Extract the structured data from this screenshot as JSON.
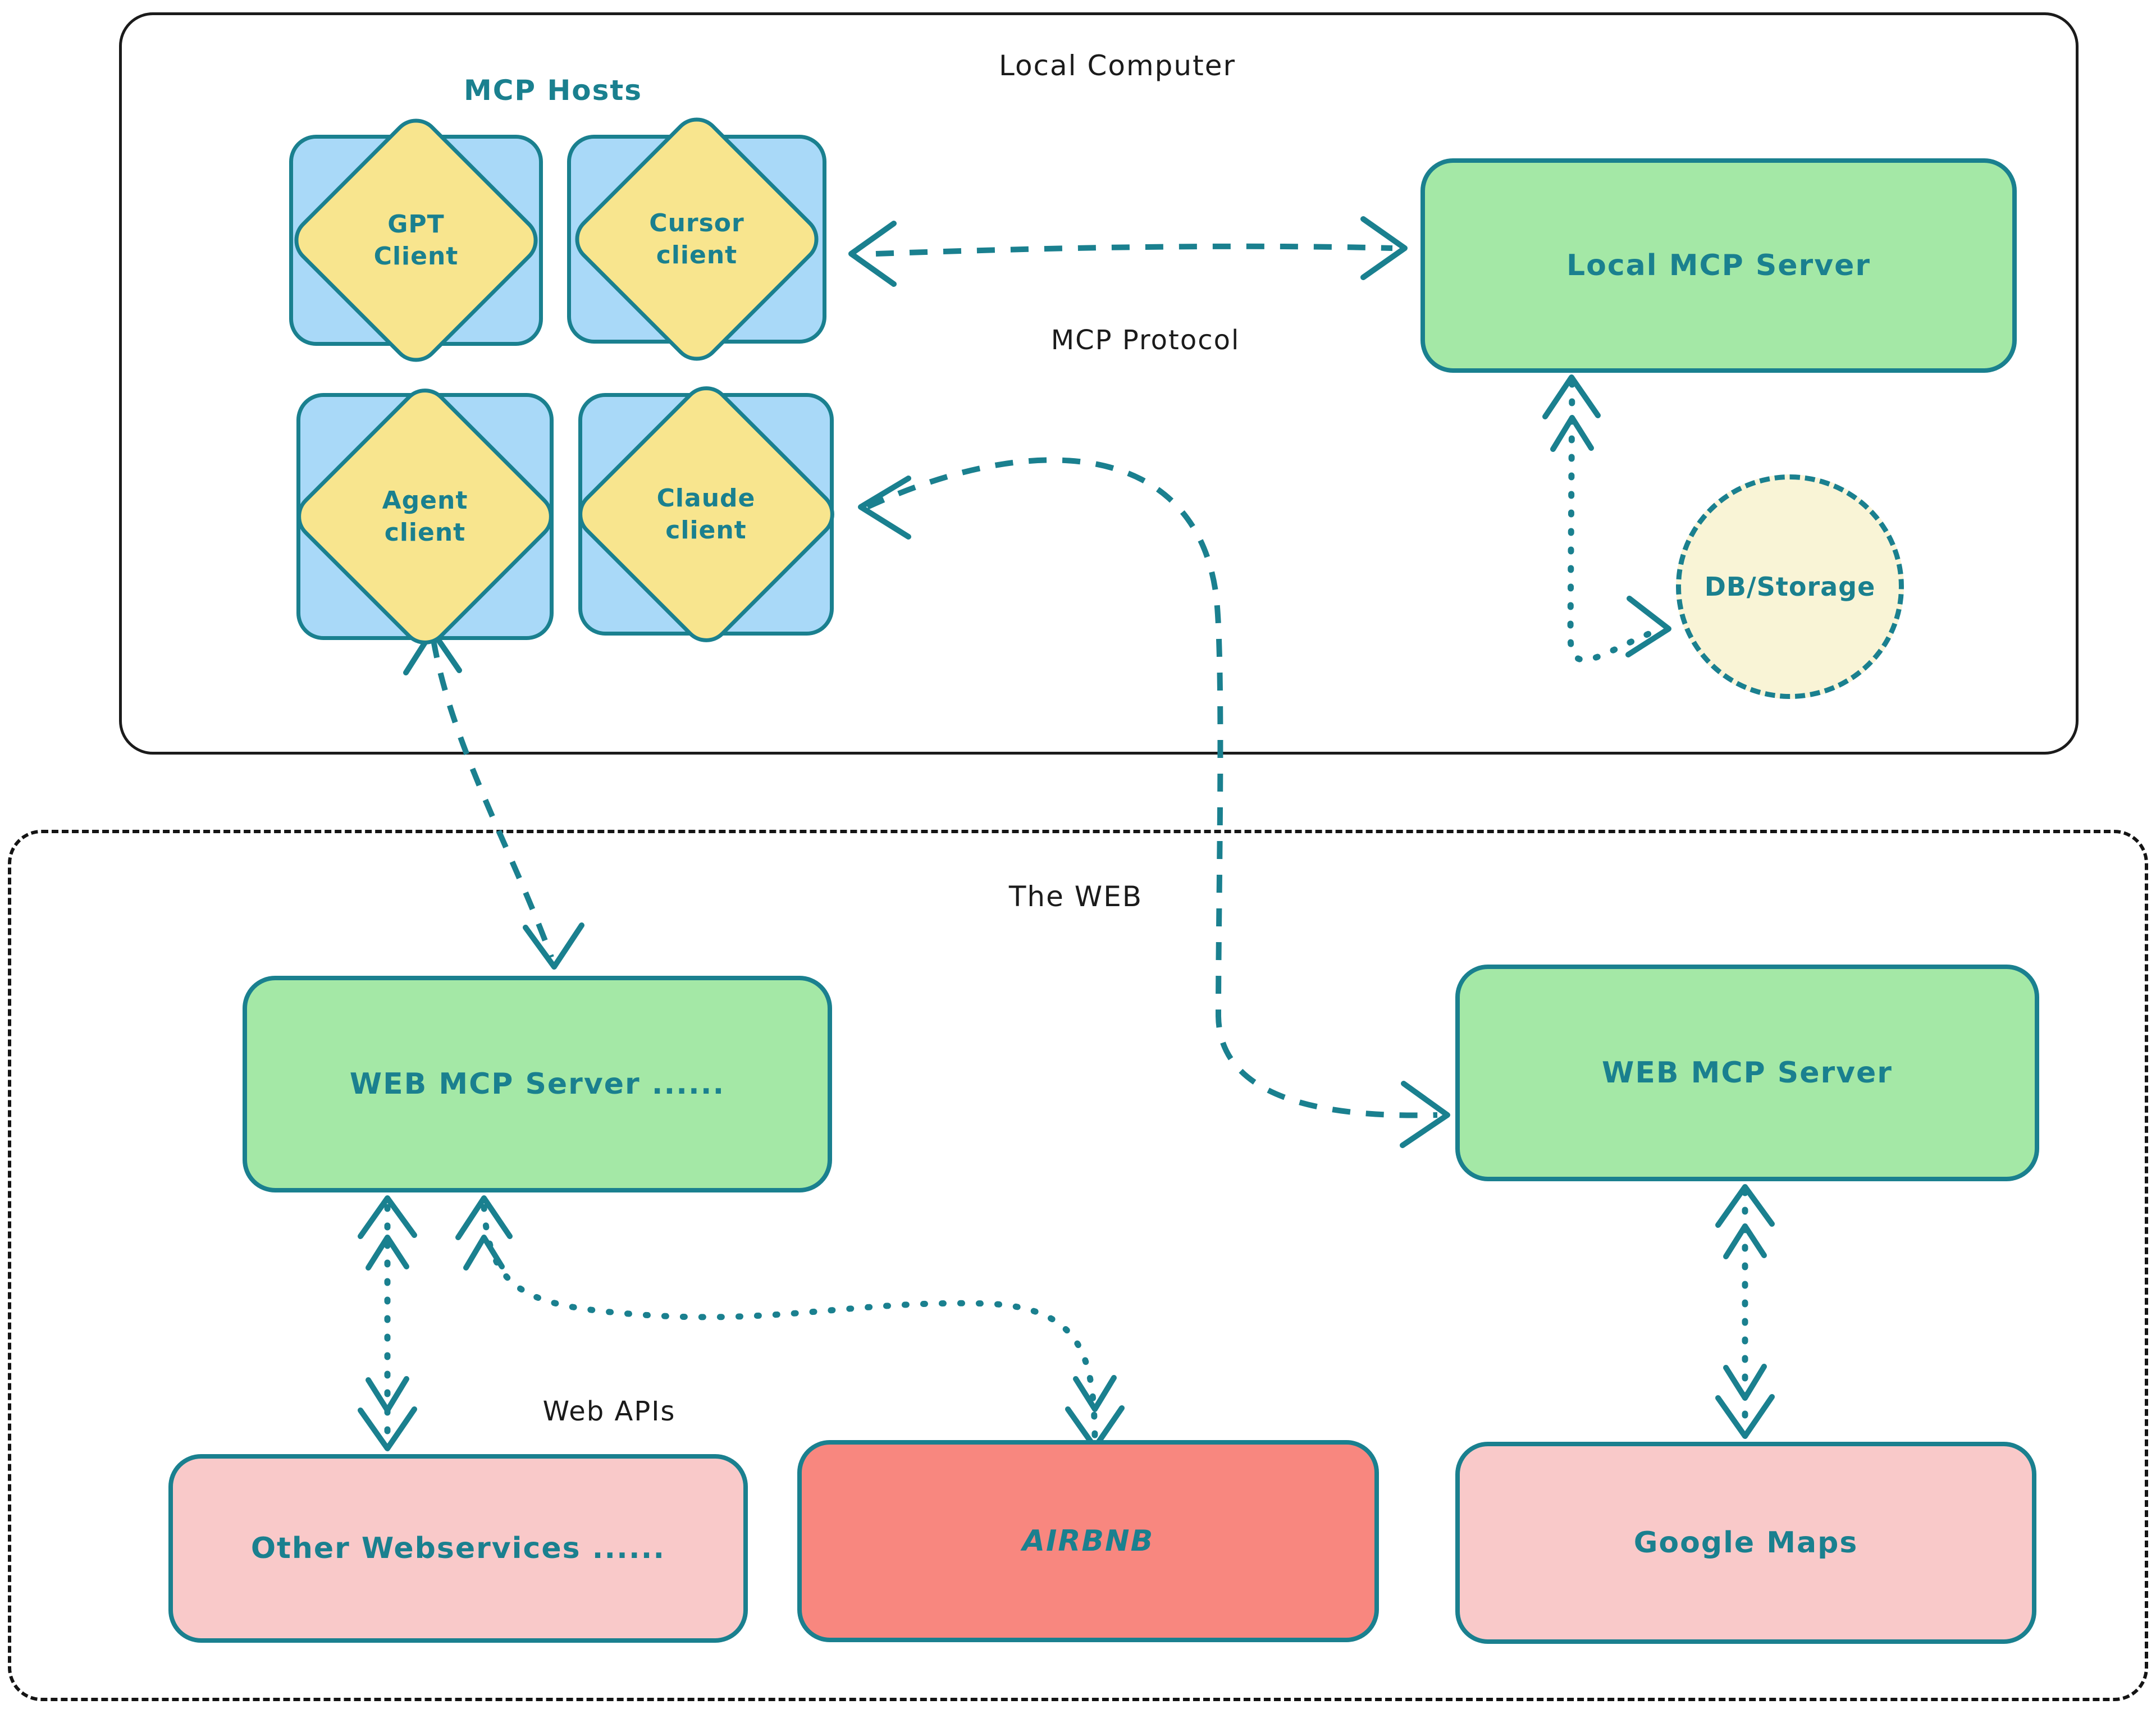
{
  "zones": {
    "local_computer": {
      "title": "Local Computer"
    },
    "web": {
      "title": "The WEB"
    }
  },
  "labels": {
    "mcp_hosts": "MCP Hosts",
    "mcp_protocol": "MCP Protocol",
    "web_apis": "Web APIs"
  },
  "clients": [
    {
      "id": "gpt",
      "line1": "GPT",
      "line2": "Client"
    },
    {
      "id": "cursor",
      "line1": "Cursor",
      "line2": "client"
    },
    {
      "id": "agent",
      "line1": "Agent",
      "line2": "client"
    },
    {
      "id": "claude",
      "line1": "Claude",
      "line2": "client"
    }
  ],
  "servers": {
    "local_mcp": "Local MCP Server",
    "web_mcp_left": "WEB MCP Server ......",
    "web_mcp_right": "WEB MCP Server"
  },
  "storage": {
    "db": "DB/Storage"
  },
  "services": {
    "other_webservices": "Other Webservices ......",
    "airbnb": "AIRBNB",
    "google_maps": "Google Maps"
  },
  "colors": {
    "teal": "#1a808f",
    "ink": "#1b1b1b",
    "host_blue": "#a9d9f8",
    "diamond_yellow": "#f8e58e",
    "server_green": "#a4e8a6",
    "db_cream": "#f9f4d6",
    "service_pink": "#f9c9c9",
    "service_red": "#f8877f"
  }
}
